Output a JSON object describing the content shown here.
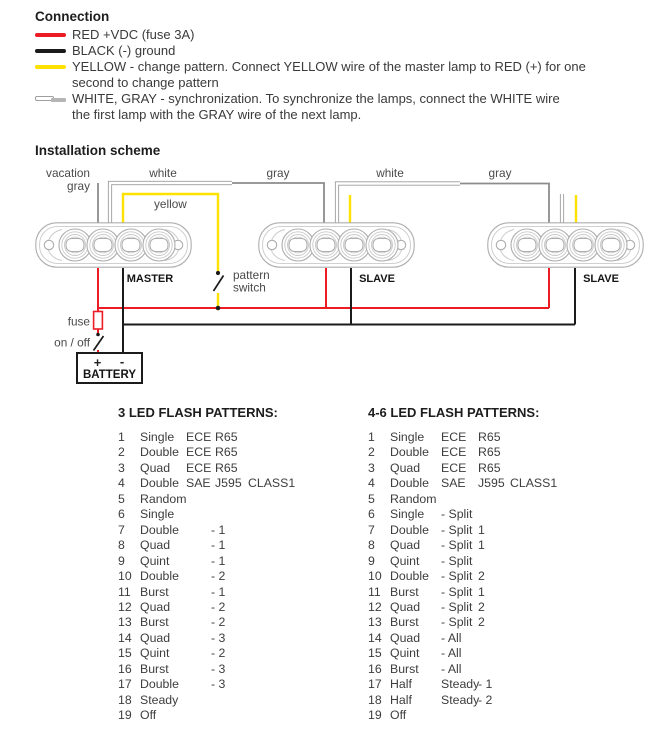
{
  "colors": {
    "red": "#ed1c24",
    "black": "#1b1b1b",
    "yellow": "#ffe100",
    "gray": "#8c8c8c",
    "white_wire": "#ffffff"
  },
  "connection": {
    "title": "Connection",
    "items": [
      {
        "swatch": "red",
        "icon": "red-wire-swatch",
        "lines": [
          "RED +VDC (fuse 3A)"
        ]
      },
      {
        "swatch": "black",
        "icon": "black-wire-swatch",
        "lines": [
          "BLACK (-) ground"
        ]
      },
      {
        "swatch": "yellow",
        "icon": "yellow-wire-swatch",
        "lines": [
          "YELLOW - change pattern. Connect YELLOW wire of the master lamp to RED (+) for one",
          "second to change pattern"
        ]
      },
      {
        "swatch": "white-gray",
        "icon": "white-gray-wire-swatch",
        "lines": [
          "WHITE, GRAY - synchronization. To synchronize the lamps, connect the WHITE wire",
          "the first lamp with the GRAY wire of the next lamp."
        ]
      }
    ]
  },
  "installation": {
    "title": "Installation scheme",
    "labels": {
      "vacation_line1": "vacation",
      "vacation_line2": "gray",
      "white1": "white",
      "gray1": "gray",
      "white2": "white",
      "gray2": "gray",
      "yellow": "yellow",
      "master": "MASTER",
      "slave1": "SLAVE",
      "slave2": "SLAVE",
      "pattern_switch_line1": "pattern",
      "pattern_switch_line2": "switch",
      "fuse": "fuse",
      "on_off": "on / off",
      "plus": "+",
      "minus": "-",
      "battery": "BATTERY"
    }
  },
  "patterns": {
    "left": {
      "title": "3 LED FLASH PATTERNS:",
      "rows": [
        {
          "t": "la",
          "cells": [
            "1",
            "Single",
            "ECE",
            "R65"
          ]
        },
        {
          "t": "la",
          "cells": [
            "2",
            "Double",
            "ECE",
            "R65"
          ]
        },
        {
          "t": "la",
          "cells": [
            "3",
            "Quad",
            "ECE",
            "R65"
          ]
        },
        {
          "t": "la",
          "cells": [
            "4",
            "Double",
            "SAE",
            "J595",
            "CLASS1"
          ]
        },
        {
          "t": "la",
          "cells": [
            "5",
            "Random"
          ]
        },
        {
          "t": "la",
          "cells": [
            "6",
            "Single"
          ]
        },
        {
          "t": "lb",
          "cells": [
            "7",
            "Double",
            "- 1"
          ]
        },
        {
          "t": "lb",
          "cells": [
            "8",
            "Quad",
            "- 1"
          ]
        },
        {
          "t": "lb",
          "cells": [
            "9",
            "Quint",
            "- 1"
          ]
        },
        {
          "t": "lb",
          "cells": [
            "10",
            "Double",
            "- 2"
          ]
        },
        {
          "t": "lb",
          "cells": [
            "11",
            "Burst",
            "- 1"
          ]
        },
        {
          "t": "lb",
          "cells": [
            "12",
            "Quad",
            "- 2"
          ]
        },
        {
          "t": "lb",
          "cells": [
            "13",
            "Burst",
            "- 2"
          ]
        },
        {
          "t": "lb",
          "cells": [
            "14",
            "Quad",
            "- 3"
          ]
        },
        {
          "t": "lb",
          "cells": [
            "15",
            "Quint",
            "- 2"
          ]
        },
        {
          "t": "lb",
          "cells": [
            "16",
            "Burst",
            "- 3"
          ]
        },
        {
          "t": "lb",
          "cells": [
            "17",
            "Double",
            "- 3"
          ]
        },
        {
          "t": "la",
          "cells": [
            "18",
            "Steady"
          ]
        },
        {
          "t": "la",
          "cells": [
            "19",
            "Off"
          ]
        }
      ]
    },
    "right": {
      "title": "4-6 LED FLASH PATTERNS:",
      "rows": [
        {
          "t": "r",
          "cells": [
            "1",
            "Single",
            "ECE",
            "R65"
          ]
        },
        {
          "t": "r",
          "cells": [
            "2",
            "Double",
            "ECE",
            "R65"
          ]
        },
        {
          "t": "r",
          "cells": [
            "3",
            "Quad",
            "ECE",
            "R65"
          ]
        },
        {
          "t": "r",
          "cells": [
            "4",
            "Double",
            "SAE",
            "J595",
            "CLASS1"
          ]
        },
        {
          "t": "r",
          "cells": [
            "5",
            "Random"
          ]
        },
        {
          "t": "r",
          "cells": [
            "6",
            "Single",
            "- Split"
          ]
        },
        {
          "t": "r",
          "cells": [
            "7",
            "Double",
            "- Split",
            "1"
          ]
        },
        {
          "t": "r",
          "cells": [
            "8",
            "Quad",
            "- Split",
            "1"
          ]
        },
        {
          "t": "r",
          "cells": [
            "9",
            "Quint",
            "- Split"
          ]
        },
        {
          "t": "r",
          "cells": [
            "10",
            "Double",
            "- Split",
            "2"
          ]
        },
        {
          "t": "r",
          "cells": [
            "11",
            "Burst",
            "- Split",
            "1"
          ]
        },
        {
          "t": "r",
          "cells": [
            "12",
            "Quad",
            "- Split",
            "2"
          ]
        },
        {
          "t": "r",
          "cells": [
            "13",
            "Burst",
            "- Split",
            "2"
          ]
        },
        {
          "t": "r",
          "cells": [
            "14",
            "Quad",
            "- All"
          ]
        },
        {
          "t": "r",
          "cells": [
            "15",
            "Quint",
            "- All"
          ]
        },
        {
          "t": "r",
          "cells": [
            "16",
            "Burst",
            "- All"
          ]
        },
        {
          "t": "r",
          "cells": [
            "17",
            "Half",
            "Steady",
            "- 1"
          ]
        },
        {
          "t": "r",
          "cells": [
            "18",
            "Half",
            "Steady",
            "- 2"
          ]
        },
        {
          "t": "r",
          "cells": [
            "19",
            "Off"
          ]
        }
      ]
    }
  }
}
